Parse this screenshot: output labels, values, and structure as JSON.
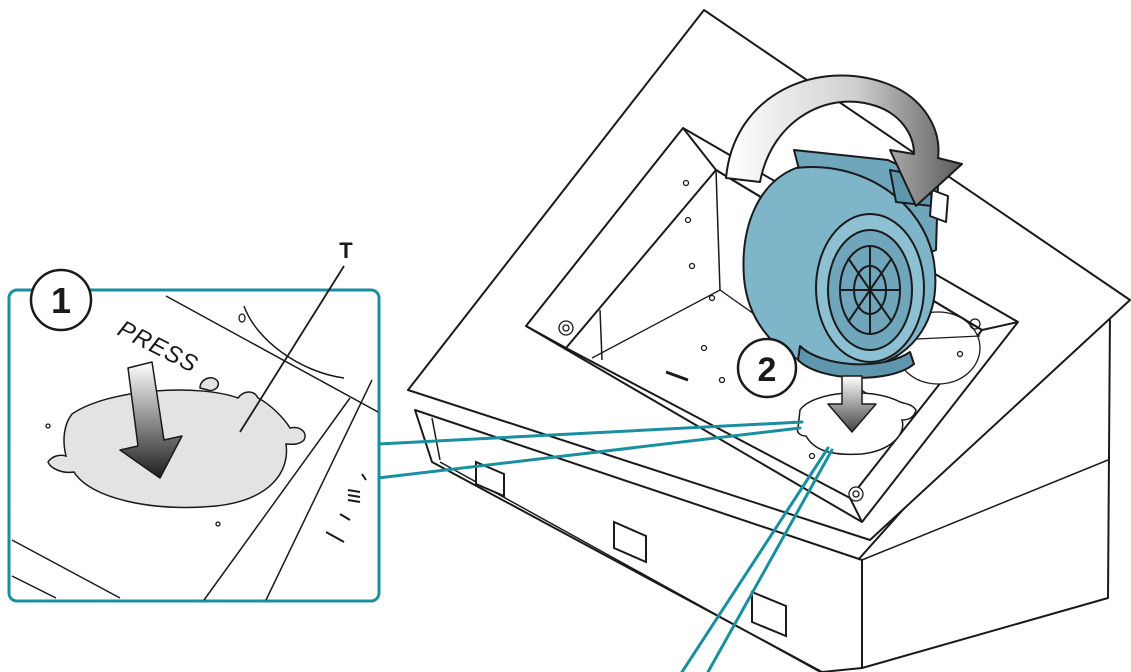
{
  "step_markers": [
    {
      "number": "1"
    },
    {
      "number": "2"
    }
  ],
  "labels": {
    "part_t": "T",
    "press": "PRESS"
  },
  "colors": {
    "callout": "#1a8fa0",
    "motor_body": "#7fb5c9",
    "motor_shade": "#5e97ad",
    "disc": "#e3e3e3",
    "outline": "#1a1a1a",
    "arrow_light": "#f2f2f2",
    "arrow_dark": "#555555"
  },
  "icons": [
    "curved-arrow-icon",
    "down-arrow-icon",
    "press-arrow-icon"
  ]
}
